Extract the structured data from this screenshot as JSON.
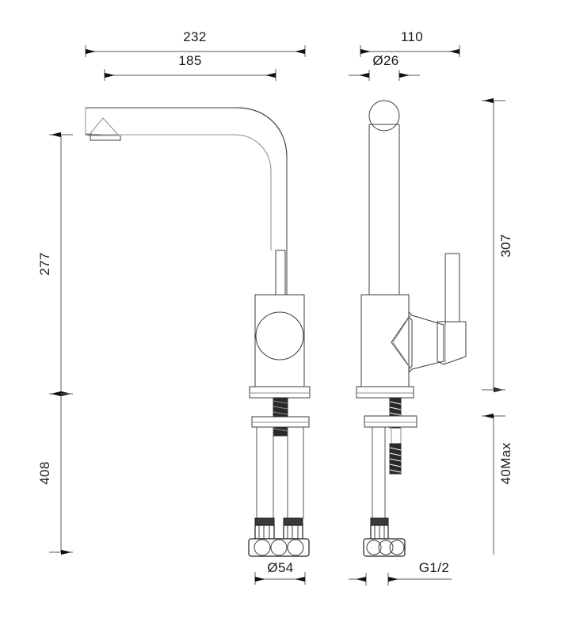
{
  "drawing": {
    "title": "Kitchen mixer tap dimensional drawing",
    "units": "mm",
    "background_color": "#ffffff",
    "line_color": "#3c3c3c",
    "dimension_color": "#5a5a5a",
    "text_color": "#1a1a1a"
  },
  "dimensions": {
    "front_view": {
      "overall_reach": "232",
      "spout_reach": "185",
      "height_above_counter": "277",
      "height_below_counter": "408",
      "base_diameter": "Ø54"
    },
    "side_view": {
      "overall_depth": "110",
      "spout_diameter": "Ø26",
      "height_above_counter": "307",
      "max_counter_thickness": "40Max",
      "inlet_thread": "G1/2"
    }
  },
  "labels": [
    {
      "id": "dim-232",
      "text": "232",
      "orientation": "horizontal",
      "view": "front"
    },
    {
      "id": "dim-185",
      "text": "185",
      "orientation": "horizontal",
      "view": "front"
    },
    {
      "id": "dim-110",
      "text": "110",
      "orientation": "horizontal",
      "view": "side"
    },
    {
      "id": "dim-d26",
      "text": "Ø26",
      "orientation": "horizontal",
      "view": "side"
    },
    {
      "id": "dim-277",
      "text": "277",
      "orientation": "vertical",
      "view": "front"
    },
    {
      "id": "dim-408",
      "text": "408",
      "orientation": "vertical",
      "view": "front"
    },
    {
      "id": "dim-307",
      "text": "307",
      "orientation": "vertical",
      "view": "side"
    },
    {
      "id": "dim-40max",
      "text": "40Max",
      "orientation": "vertical",
      "view": "side"
    },
    {
      "id": "dim-d54",
      "text": "Ø54",
      "orientation": "horizontal",
      "view": "front"
    },
    {
      "id": "dim-g12",
      "text": "G1/2",
      "orientation": "horizontal",
      "view": "side"
    }
  ]
}
